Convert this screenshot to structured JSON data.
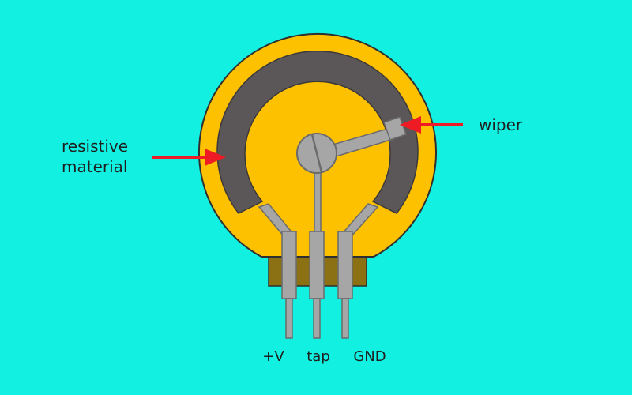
{
  "colors": {
    "background": "#12f0e2",
    "body": "#fec100",
    "body_outline": "#2f2f2f",
    "resistive_track": "#5b5657",
    "base": "#8b7114",
    "metal": "#a6a6a6",
    "metal_outline": "#6b6b6b",
    "arrow": "#ee1b24",
    "text": "#1f1f1f"
  },
  "labels": {
    "resistive_line1": "resistive",
    "resistive_line2": "material",
    "wiper": "wiper"
  },
  "pins": {
    "left": "+V",
    "middle": "tap",
    "right": "GND"
  }
}
